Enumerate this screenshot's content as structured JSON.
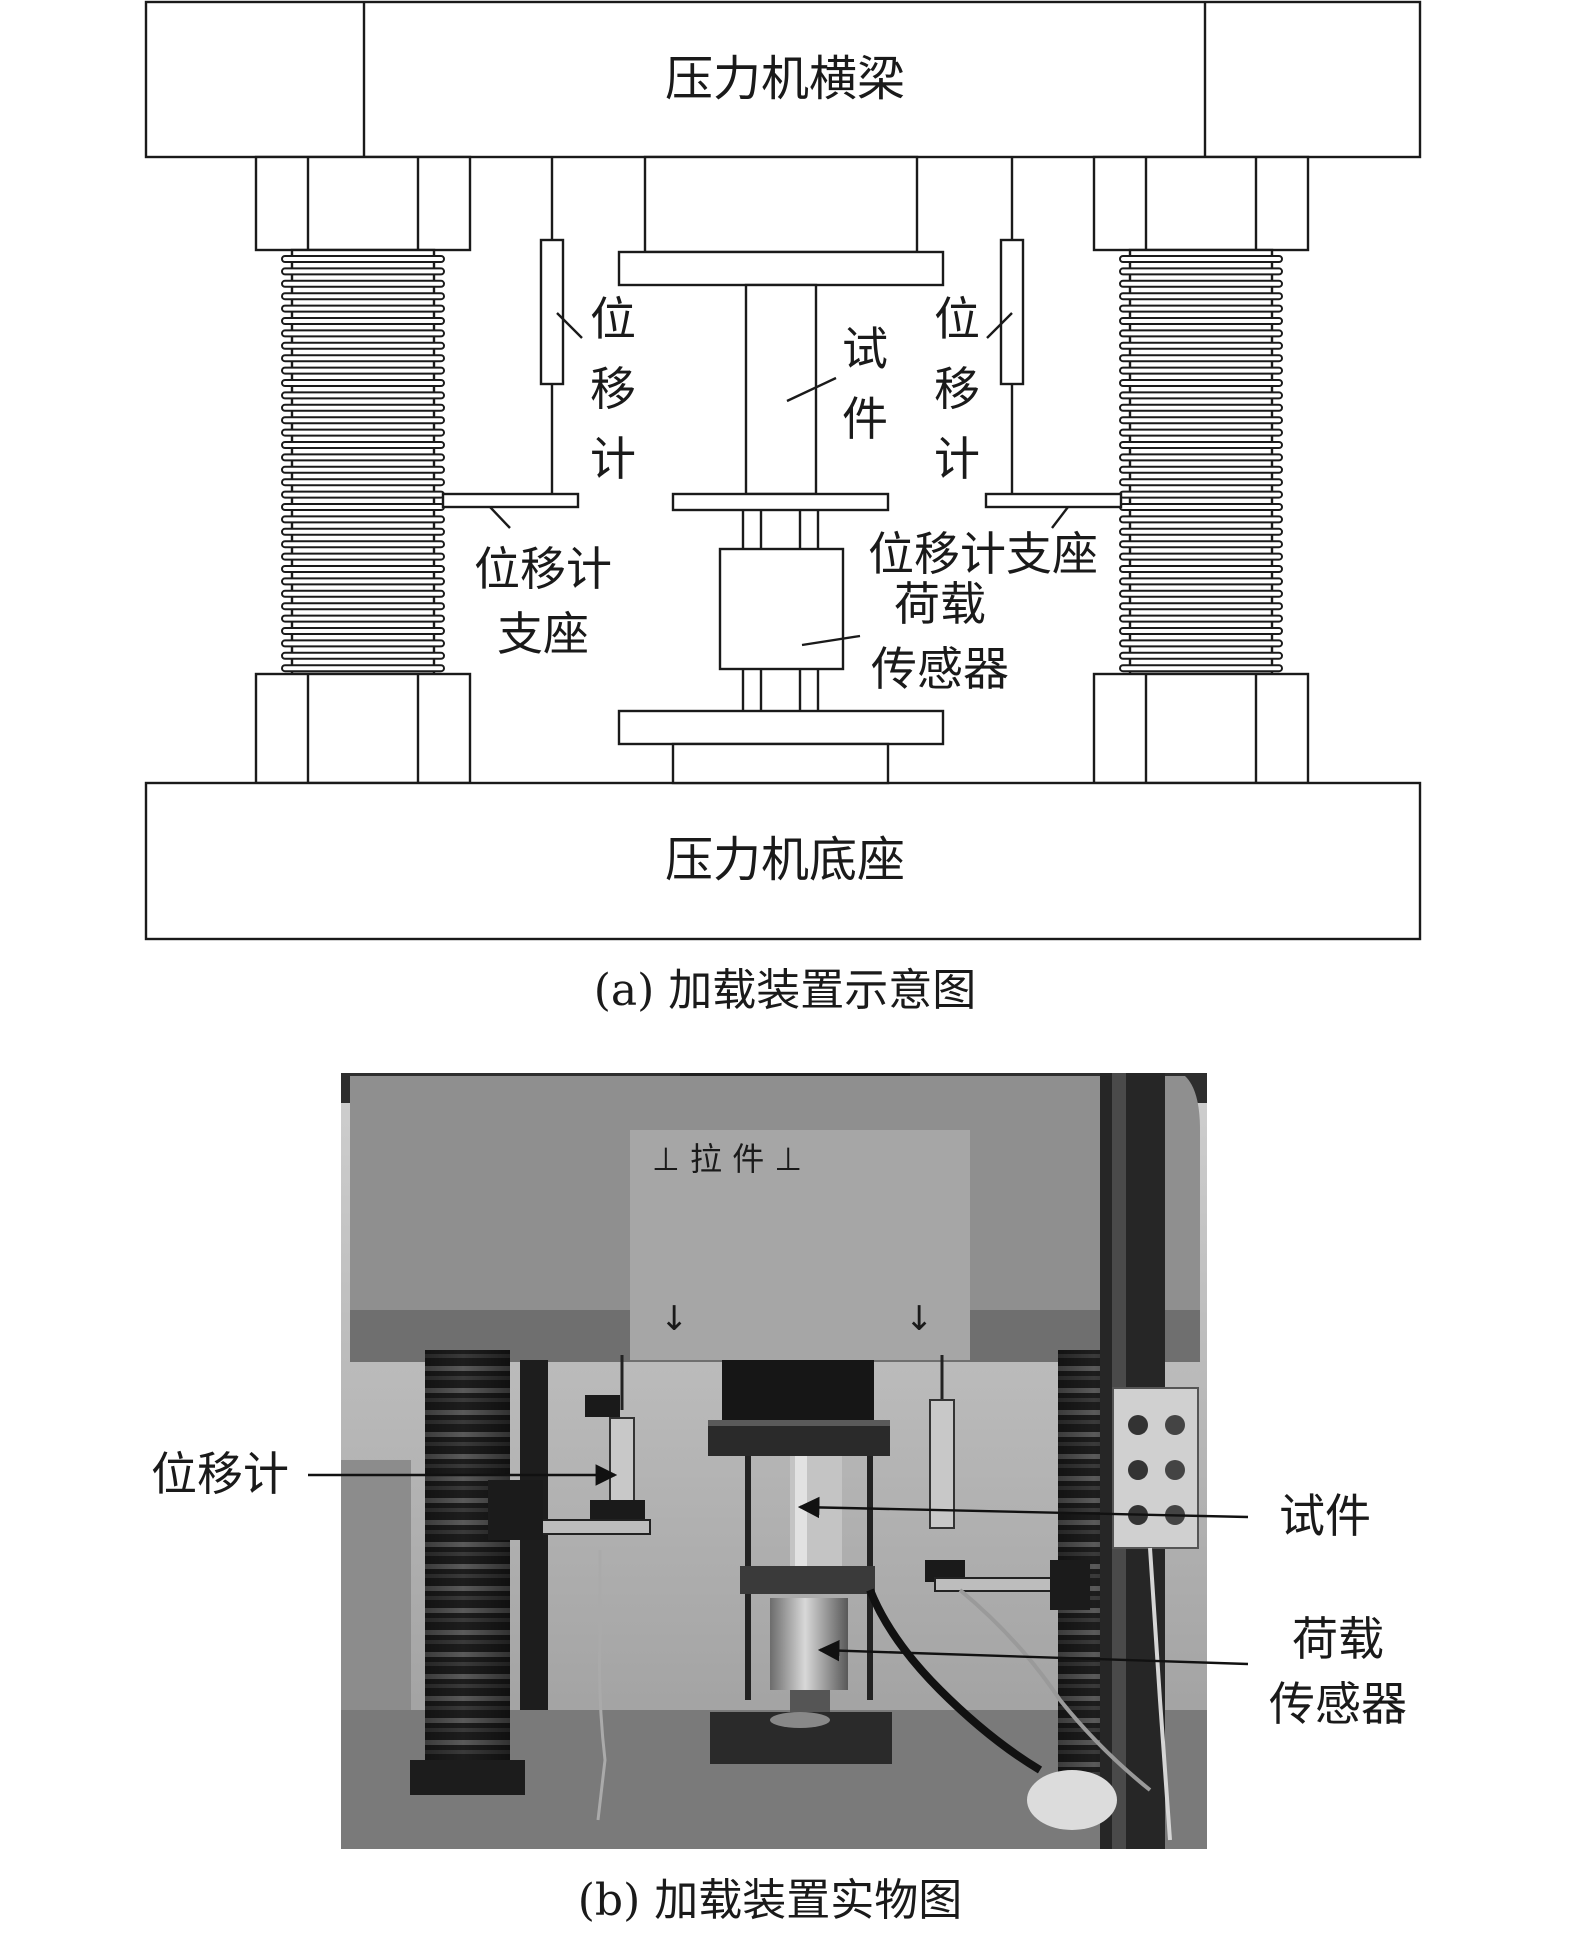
{
  "figure_a": {
    "beam_label": "压力机横梁",
    "base_label": "压力机底座",
    "lvdt_left_label": "位\n移\n计",
    "lvdt_right_label": "位\n移\n计",
    "specimen_label": "试\n件",
    "support_left_label": "位移计\n支座",
    "support_right_label": "位移计支座",
    "load_cell_label": "荷载\n传感器",
    "caption": "(a) 加载装置示意图"
  },
  "figure_b": {
    "lvdt_label": "位移计",
    "specimen_label": "试件",
    "load_cell_label": "荷载\n传感器",
    "caption": "(b) 加载装置实物图"
  }
}
